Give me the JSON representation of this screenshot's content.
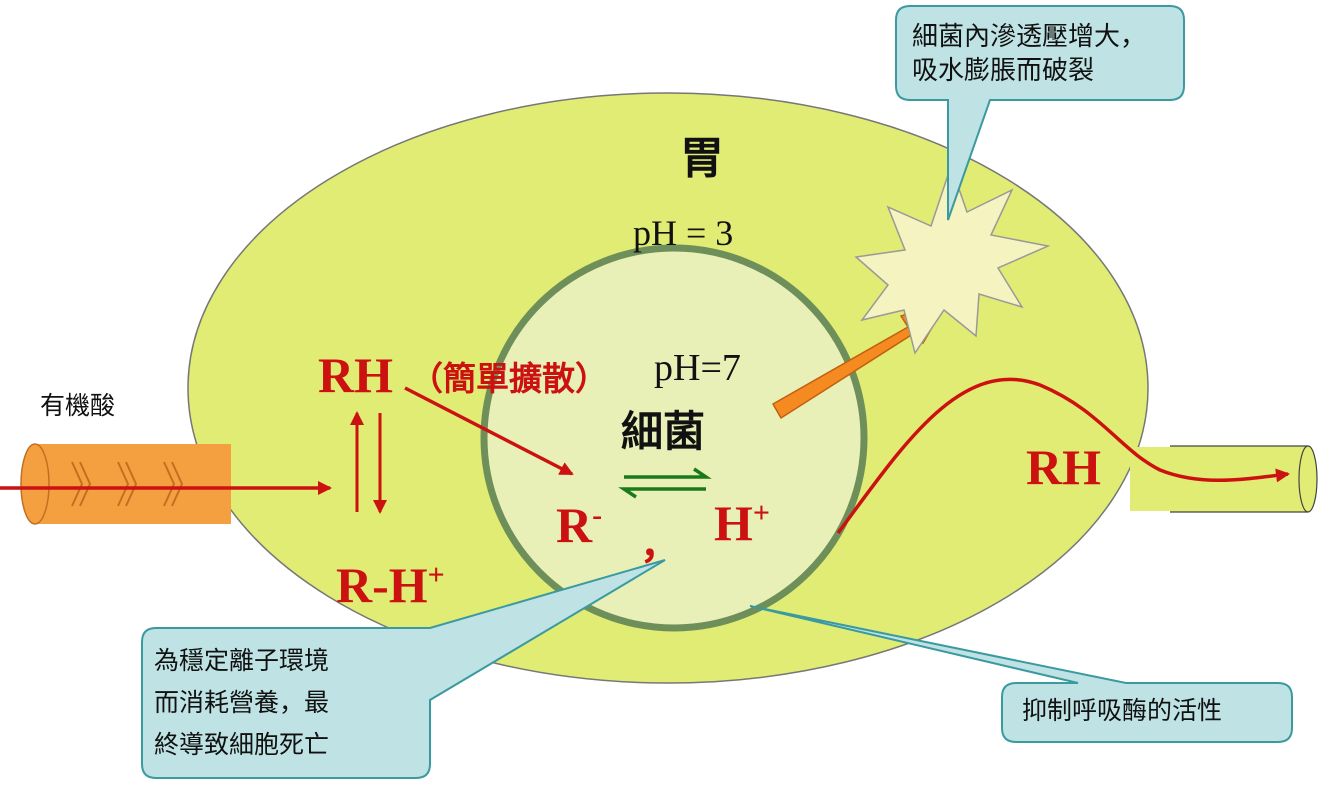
{
  "labels": {
    "organic_acid": "有機酸",
    "stomach": "胃",
    "stomach_ph": "pH = 3",
    "bacteria_ph": "pH=7",
    "bacteria": "細菌",
    "rh_left": "RH",
    "simple_diffusion": "（簡單擴散）",
    "r_minus_base": "R",
    "r_minus_sup": "-",
    "comma": "，",
    "h_plus_base": "H",
    "h_plus_sup": "+",
    "rh_complex_base": "R-H",
    "rh_complex_sup": "+",
    "rh_right": "RH"
  },
  "callouts": {
    "osmotic": [
      "細菌內滲透壓增大，",
      "吸水膨脹而破裂"
    ],
    "nutrition": [
      "為穩定離子環境",
      "而消耗營養，最",
      "終導致細胞死亡"
    ],
    "enzyme": [
      "抑制呼吸酶的活性"
    ]
  },
  "colors": {
    "stomach_fill": "#e0ec74",
    "bacteria_fill": "#e8f0b8",
    "bacteria_border": "#6f8f5a",
    "red_text": "#cc1111",
    "green_arrow": "#1a7a1a",
    "orange_tube": "#f5a040",
    "callout_fill": "#bfe3e4",
    "callout_border": "#3a9aa0",
    "burst_fill": "#f5f3bf"
  }
}
